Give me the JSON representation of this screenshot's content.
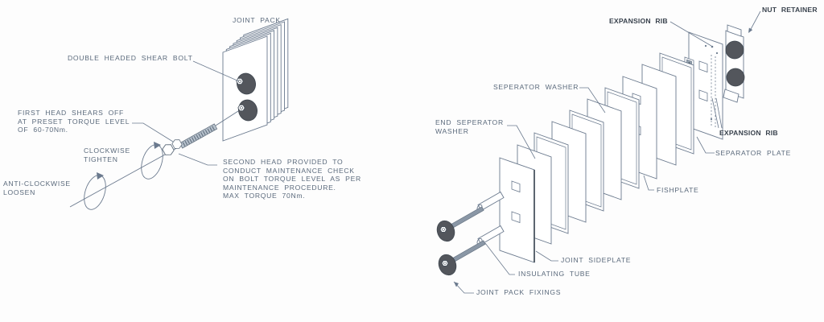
{
  "colors": {
    "line": "#6b7a8e",
    "line_dark": "#525c68",
    "label_text": "#5b6a7c",
    "label_text_bold": "#39424d",
    "washer_fill": "#53565c",
    "metal_fill": "#93a0ae",
    "background": "#fdfdfd"
  },
  "left_diagram": {
    "labels": {
      "joint_pack": "JOINT PACK",
      "shear_bolt": "DOUBLE HEADED SHEAR BOLT",
      "first_head": "FIRST HEAD SHEARS OFF\nAT PRESET TORQUE LEVEL\nOF 60-70Nm.",
      "clockwise": "CLOCKWISE\nTIGHTEN",
      "anti_clockwise": "ANTI-CLOCKWISE\nLOOSEN",
      "second_head": "SECOND HEAD PROVIDED TO\nCONDUCT MAINTENANCE CHECK\nON BOLT TORQUE LEVEL AS PER\nMAINTENANCE PROCEDURE.\nMAX TORQUE 70Nm."
    }
  },
  "right_diagram": {
    "labels": {
      "expansion_rib_top": "EXPANSION RIB",
      "nut_retainer": "NUT RETAINER",
      "seperator_washer": "SEPERATOR WASHER",
      "end_seperator_washer": "END SEPERATOR\nWASHER",
      "expansion_rib_bottom": "EXPANSION RIB",
      "separator_plate": "SEPARATOR PLATE",
      "fishplate": "FISHPLATE",
      "joint_sideplate": "JOINT SIDEPLATE",
      "insulating_tube": "INSULATING TUBE",
      "joint_pack_fixings": "JOINT PACK FIXINGS"
    }
  }
}
